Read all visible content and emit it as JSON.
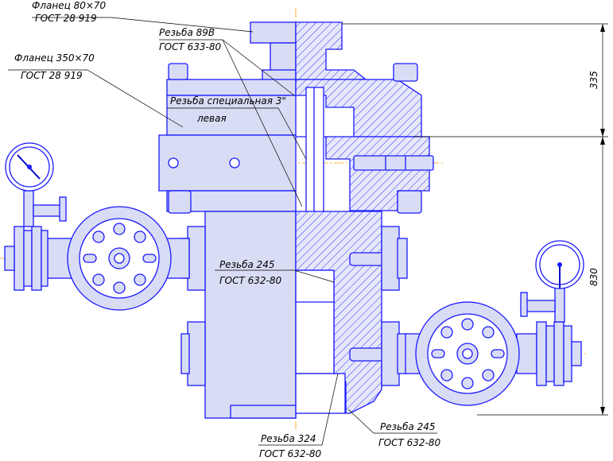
{
  "labels": {
    "flange_small_title": "Фланец 80×70",
    "flange_small_std": "ГОСТ 28 919",
    "flange_large_title": "Фланец 350×70",
    "flange_large_std": "ГОСТ 28 919",
    "thread_89_title": "Резьба 89В",
    "thread_89_std": "ГОСТ 633-80",
    "thread_special_title": "Резьба специальная 3\"",
    "thread_special_sub": "левая",
    "thread_245a_title": "Резьба 245",
    "thread_245a_std": "ГОСТ 632-80",
    "thread_245b_title": "Резьба 245",
    "thread_245b_std": "ГОСТ 632-80",
    "thread_324_title": "Резьба 324",
    "thread_324_std": "ГОСТ 632-80"
  },
  "dimensions": {
    "upper": "335",
    "lower": "830"
  },
  "colors": {
    "outline": "#1a1aff",
    "fill": "#d9dcf5",
    "axis": "#ff9900",
    "leader": "#000000"
  }
}
